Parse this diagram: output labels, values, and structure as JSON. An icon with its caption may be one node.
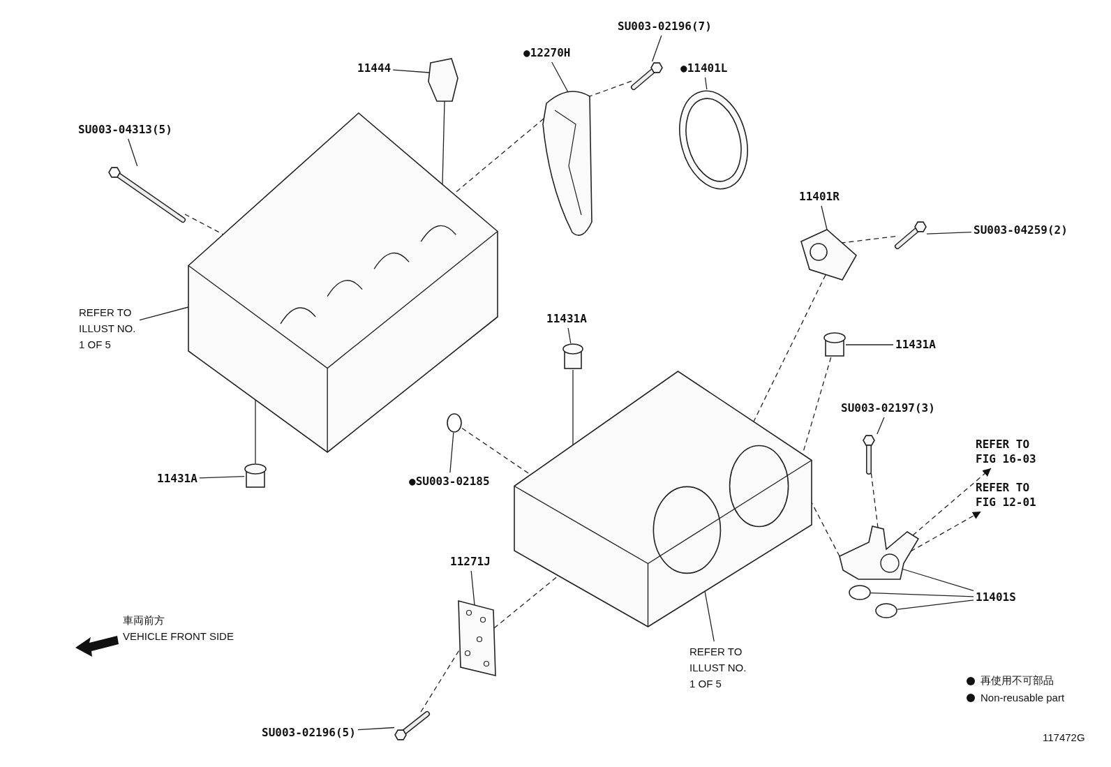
{
  "diagram": {
    "nodes": [
      {
        "text": [
          "11444"
        ]
      },
      {
        "text": [],
        "shape": "picture"
      },
      {
        "text": [
          "SU003-04313(5)"
        ]
      },
      {
        "text": [],
        "shape": "picture"
      },
      {
        "text": [
          "●12270H"
        ]
      },
      {
        "text": [],
        "shape": "picture"
      },
      {
        "text": [
          "SU003-02196(7)"
        ]
      },
      {
        "text": [],
        "shape": "picture"
      },
      {
        "text": [
          "●11401L"
        ]
      },
      {
        "text": [],
        "shape": "picture"
      },
      {
        "text": [
          "11401R"
        ]
      },
      {
        "text": [],
        "shape": "picture"
      },
      {
        "text": [
          "SU003-04259(2)"
        ]
      },
      {
        "text": [],
        "shape": "picture"
      },
      {
        "text": [
          "REFER TO ILLUST NO. 1 OF 5"
        ]
      },
      {
        "text": [],
        "shape": "picture"
      },
      {
        "text": [
          "11431A"
        ]
      },
      {
        "text": [],
        "shape": "cylinder"
      },
      {
        "text": [
          "11431A"
        ]
      },
      {
        "text": [],
        "shape": "cylinder"
      },
      {
        "text": [
          "11431A"
        ]
      },
      {
        "text": [],
        "shape": "cylinder"
      },
      {
        "text": [
          "●SU003-02185"
        ]
      },
      {
        "text": [],
        "shape": "circle"
      },
      {
        "text": [
          "SU003-02197(3)"
        ]
      },
      {
        "text": [],
        "shape": "picture"
      },
      {
        "text": [
          "REFER TO FIG 16-03"
        ]
      },
      {
        "text": [
          "REFER TO FIG 12-01"
        ]
      },
      {
        "text": [
          "11401S"
        ]
      },
      {
        "text": [],
        "shape": "picture"
      },
      {
        "text": [],
        "shape": "circle"
      },
      {
        "text": [],
        "shape": "circle"
      },
      {
        "text": [
          "11271J"
        ]
      },
      {
        "text": [],
        "shape": "picture"
      },
      {
        "text": [
          "SU003-02196(5)"
        ]
      },
      {
        "text": [],
        "shape": "picture"
      },
      {
        "text": [
          "REFER TO ILLUST NO. 1 OF 5"
        ]
      },
      {
        "text": [],
        "shape": "picture"
      }
    ],
    "edges": [
      {
        "from": 0,
        "to": 1,
        "arrow": "none"
      },
      {
        "from": 2,
        "to": 3,
        "arrow": "none"
      },
      {
        "from": 4,
        "to": 5,
        "arrow": "none"
      },
      {
        "from": 6,
        "to": 7,
        "arrow": "none"
      },
      {
        "from": 8,
        "to": 9,
        "arrow": "none"
      },
      {
        "from": 10,
        "to": 11,
        "arrow": "none"
      },
      {
        "from": 12,
        "to": 13,
        "arrow": "none"
      },
      {
        "from": 14,
        "to": 15,
        "arrow": "none"
      },
      {
        "from": 16,
        "to": 17,
        "arrow": "none"
      },
      {
        "from": 18,
        "to": 19,
        "arrow": "none"
      },
      {
        "from": 20,
        "to": 21,
        "arrow": "none"
      },
      {
        "from": 22,
        "to": 23,
        "arrow": "none"
      },
      {
        "from": 24,
        "to": 25,
        "arrow": "none"
      },
      {
        "from": 28,
        "to": 29,
        "arrow": "none"
      },
      {
        "from": 28,
        "to": 30,
        "arrow": "none"
      },
      {
        "from": 28,
        "to": 31,
        "arrow": "none"
      },
      {
        "from": 32,
        "to": 33,
        "arrow": "none"
      },
      {
        "from": 34,
        "to": 35,
        "arrow": "none"
      },
      {
        "from": 36,
        "to": 37,
        "arrow": "none"
      },
      {
        "from": 29,
        "to": 26,
        "arrow": "to",
        "style": "dashed"
      },
      {
        "from": 29,
        "to": 27,
        "arrow": "to",
        "style": "dashed"
      },
      {
        "from": 3,
        "to": 15,
        "arrow": "none",
        "style": "dashed"
      },
      {
        "from": 7,
        "to": 5,
        "arrow": "none",
        "style": "dashed"
      },
      {
        "from": 5,
        "to": 15,
        "arrow": "none",
        "style": "dashed"
      },
      {
        "from": 13,
        "to": 11,
        "arrow": "none",
        "style": "dashed"
      },
      {
        "from": 11,
        "to": 37,
        "arrow": "none",
        "style": "dashed"
      },
      {
        "from": 19,
        "to": 37,
        "arrow": "none",
        "style": "dashed"
      },
      {
        "from": 23,
        "to": 37,
        "arrow": "none",
        "style": "dashed"
      },
      {
        "from": 17,
        "to": 37,
        "arrow": "none"
      },
      {
        "from": 25,
        "to": 29,
        "arrow": "none",
        "style": "dashed"
      },
      {
        "from": 29,
        "to": 37,
        "arrow": "none",
        "style": "dashed"
      },
      {
        "from": 35,
        "to": 33,
        "arrow": "none",
        "style": "dashed"
      },
      {
        "from": 33,
        "to": 37,
        "arrow": "none",
        "style": "dashed"
      },
      {
        "from": 15,
        "to": 21,
        "arrow": "none"
      },
      {
        "from": 1,
        "to": 15,
        "arrow": "none"
      }
    ],
    "labels": [
      "車両前方",
      "VEHICLE FRONT SIDE",
      "117472G"
    ],
    "legend": [
      {
        "text": "再使用不可部品"
      },
      {
        "text": "Non-reusable part"
      }
    ]
  }
}
